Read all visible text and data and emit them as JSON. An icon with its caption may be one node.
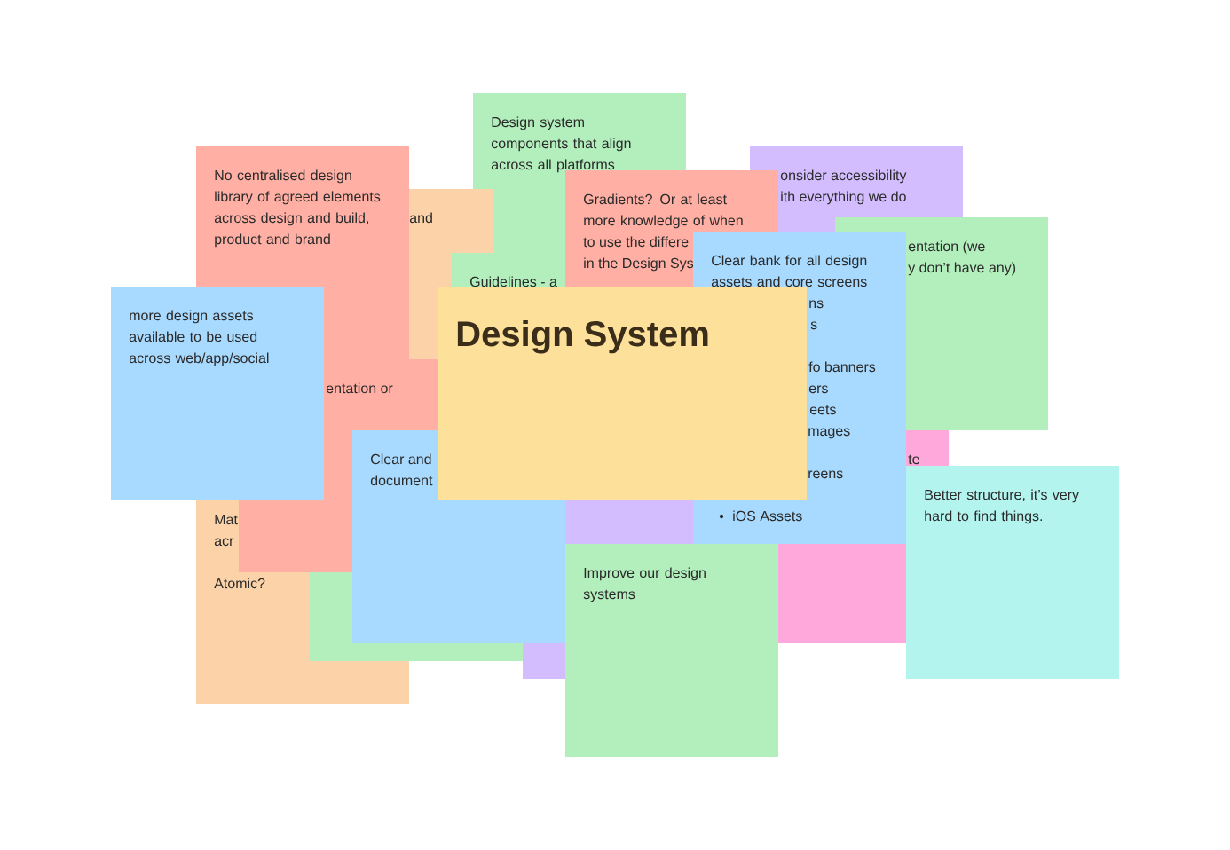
{
  "diagram": {
    "nodes": [
      {
        "text": [
          "Design system components that align across all platforms"
        ]
      },
      {
        "text": [
          "and"
        ]
      },
      {
        "text": [
          "No centralised design library of agreed elements across design and build, product and brand"
        ]
      },
      {
        "text": [
          "Guidelines - a"
        ]
      },
      {
        "text": [
          "onsider accessibility",
          "ith everything we do"
        ]
      },
      {
        "text": [
          "entation (we",
          "y don’t have any)"
        ]
      },
      {
        "text": [
          "Gradients? Or at least more knowledge of when",
          "to use the differe",
          "in the Design Sys"
        ]
      },
      {
        "text": [
          "Mat",
          "acr",
          "Atomic?"
        ]
      },
      {
        "text": [],
        "shape": "box"
      },
      {
        "text": [
          "entation or"
        ]
      },
      {
        "text": [],
        "shape": "box"
      },
      {
        "text": [
          "te"
        ]
      },
      {
        "text": [
          "Clear and",
          "document"
        ]
      },
      {
        "text": [
          "more design assets available to be used across web/app/social"
        ]
      },
      {
        "text": [
          "Clear bank for all design assets and core screens",
          "ns",
          "s",
          "fo banners",
          "ers",
          "eets",
          "mages",
          "reens",
          "iOS Assets"
        ]
      },
      {
        "text": [
          "Design System"
        ]
      },
      {
        "text": [
          "Improve our design systems"
        ]
      },
      {
        "text": [
          "Better structure, it’s very hard to find things."
        ]
      }
    ]
  }
}
